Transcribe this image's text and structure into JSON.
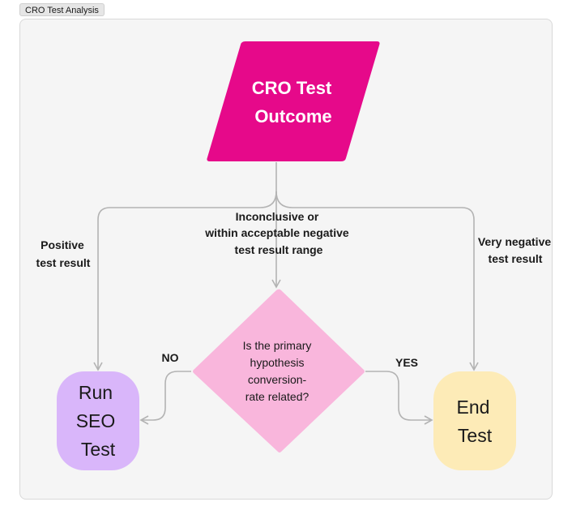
{
  "frame": {
    "tag_label": "CRO Test Analysis"
  },
  "nodes": {
    "outcome": {
      "line1": "CRO Test",
      "line2": "Outcome",
      "color": "#e6098a"
    },
    "decision": {
      "line1": "Is the primary",
      "line2": "hypothesis",
      "line3": "conversion-",
      "line4": "rate related?",
      "color": "#f9b6dc"
    },
    "run_seo": {
      "line1": "Run",
      "line2": "SEO",
      "line3": "Test",
      "color": "#d9b6fa"
    },
    "end_test": {
      "line1": "End",
      "line2": "Test",
      "color": "#fdebb7"
    }
  },
  "edges": {
    "positive": {
      "line1": "Positive",
      "line2": "test result"
    },
    "inconclusive": {
      "line1": "Inconclusive or",
      "line2": "within acceptable negative",
      "line3": "test result range"
    },
    "very_negative": {
      "line1": "Very negative",
      "line2": "test result"
    },
    "no": {
      "label": "NO"
    },
    "yes": {
      "label": "YES"
    }
  },
  "colors": {
    "connector": "#b3b3b3",
    "frame_bg": "#f5f5f5"
  }
}
